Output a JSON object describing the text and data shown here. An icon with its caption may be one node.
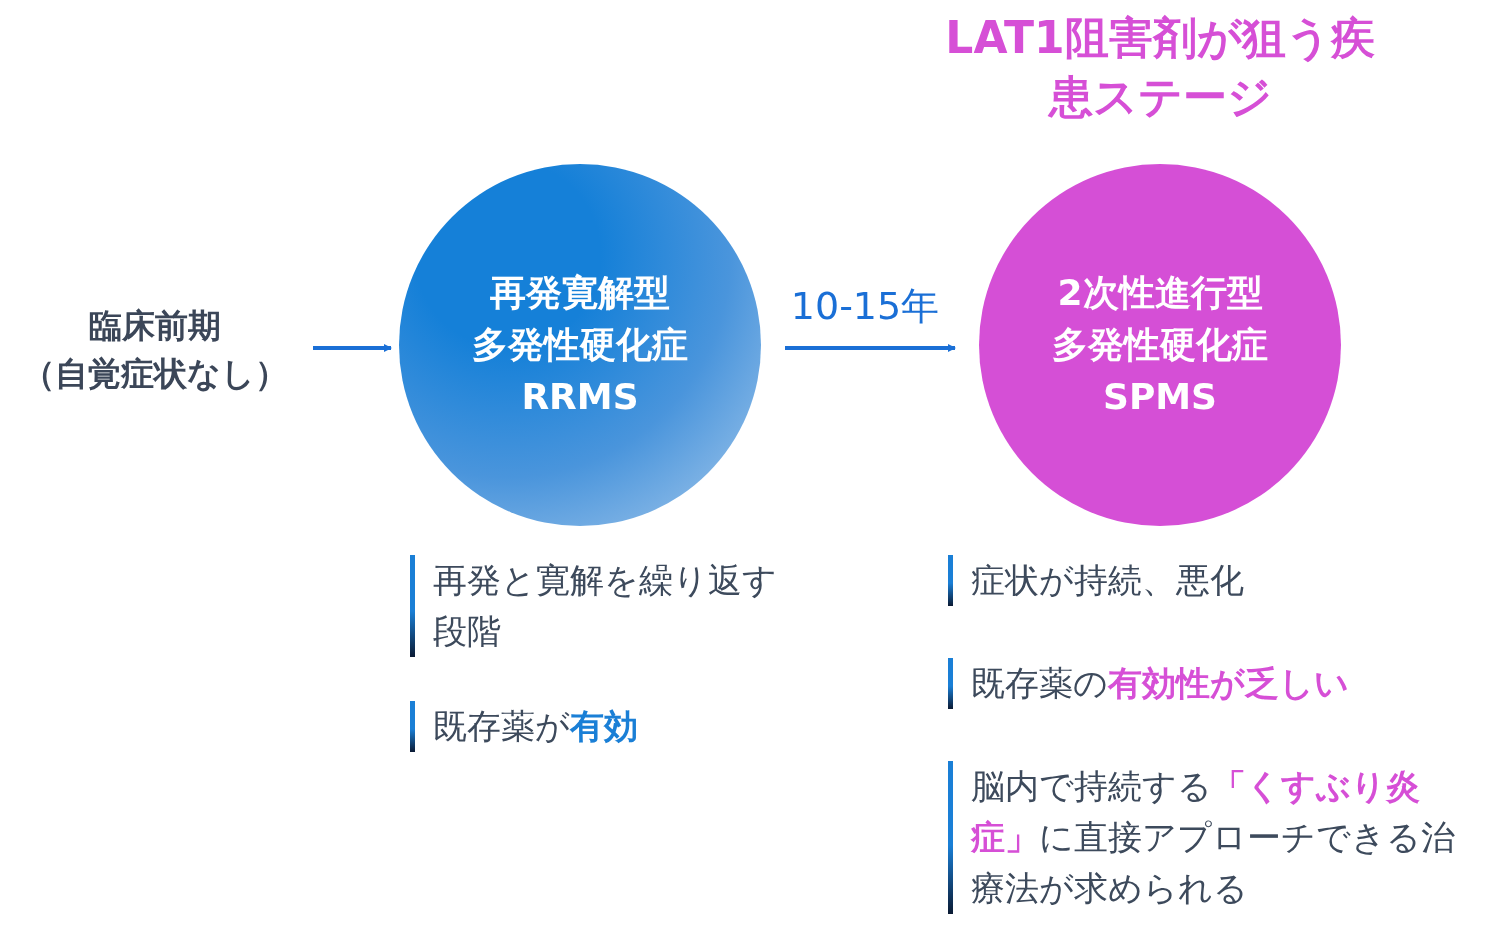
{
  "diagram": {
    "title": "LAT1阻害剤が狙う疾患ステージ",
    "nodes": [
      {
        "text": [
          "臨床前期",
          "（自覚症状なし）"
        ]
      },
      {
        "text": [
          "再発寛解型",
          "多発性硬化症",
          "RRMS"
        ],
        "beside": [
          "再発と寛解を繰り返す段階",
          "既存薬が**有効**"
        ]
      },
      {
        "text": [
          "2次性進行型",
          "多発性硬化症",
          "SPMS"
        ],
        "beside": [
          "症状が持続、悪化",
          "既存薬の**有効性が乏しい**",
          "脳内で持続する**「くすぶり炎症」**に直接アプローチできる治療法が求められる"
        ]
      }
    ],
    "edges": [
      {
        "from": 0,
        "to": 1,
        "arrow": "to"
      },
      {
        "from": 1,
        "to": 2,
        "arrow": "to",
        "label": "10-15年"
      }
    ]
  }
}
